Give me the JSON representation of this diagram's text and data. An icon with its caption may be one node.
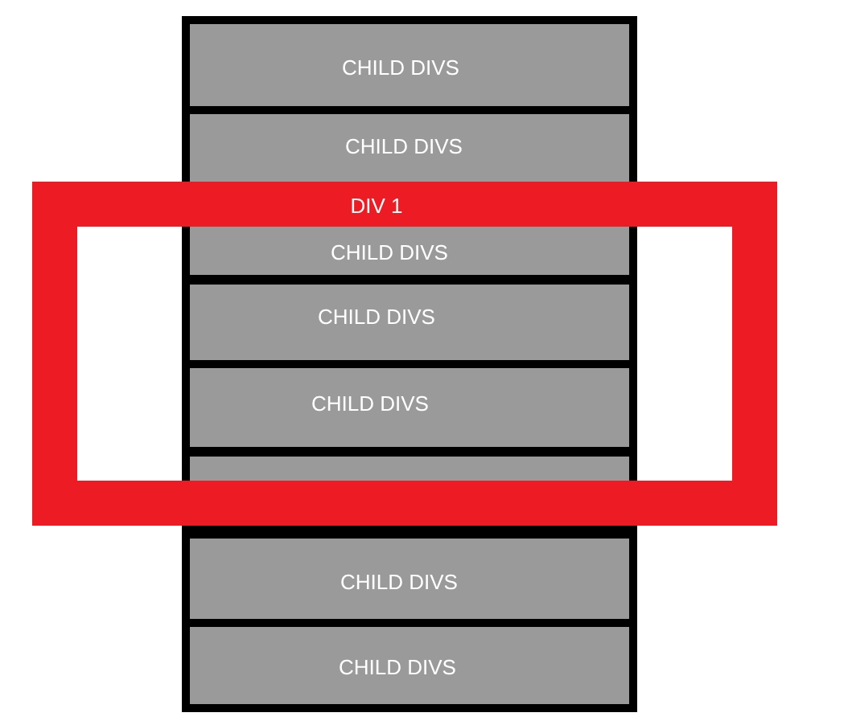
{
  "diagram": {
    "nodes": [
      {
        "text": [],
        "shape": "box"
      },
      {
        "text": [
          "CHILD DIVS"
        ],
        "in": 0
      },
      {
        "text": [
          "CHILD DIVS"
        ],
        "in": 0
      },
      {
        "text": [
          "DIV 1"
        ]
      },
      {
        "text": [
          "CHILD DIVS"
        ]
      },
      {
        "text": [
          "CHILD DIVS"
        ]
      },
      {
        "text": [
          "CHILD DIVS"
        ]
      },
      {
        "text": [],
        "shape": "box"
      },
      {
        "text": [
          "CHILD DIVS"
        ],
        "in": 0
      },
      {
        "text": [
          "CHILD DIVS"
        ],
        "in": 0
      }
    ]
  }
}
